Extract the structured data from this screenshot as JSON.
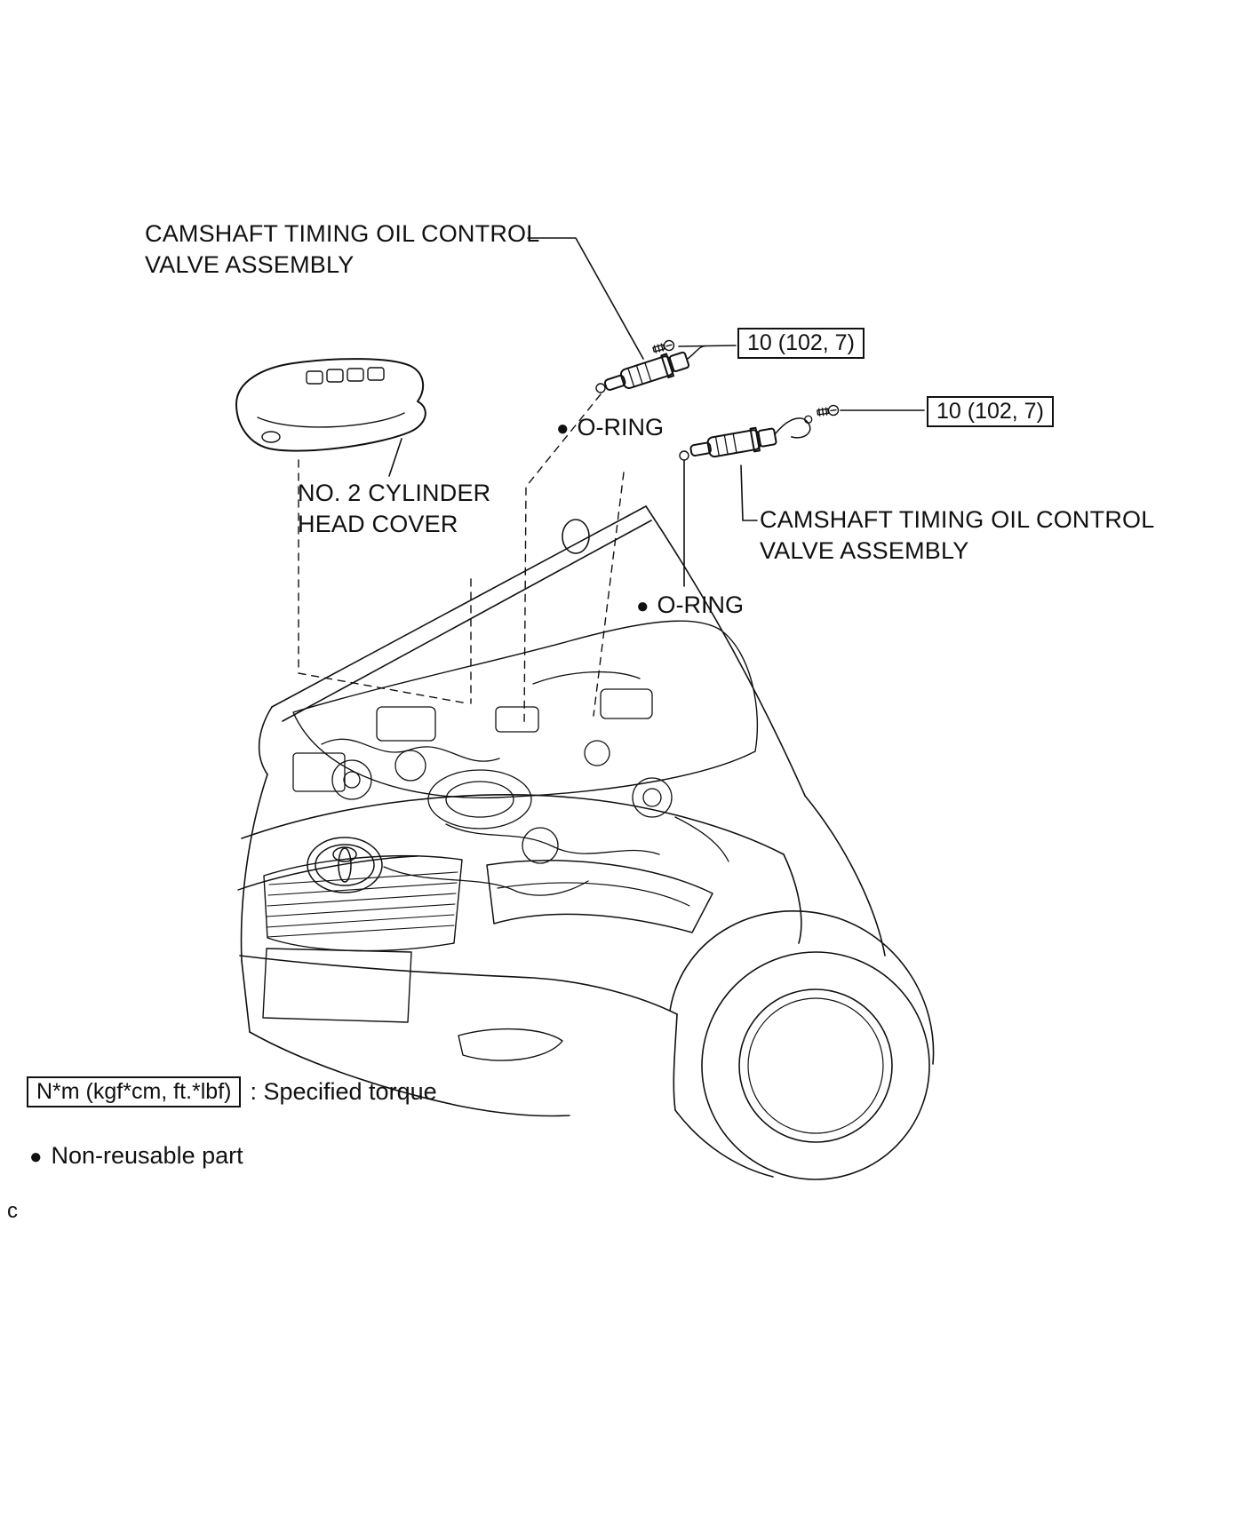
{
  "page": {
    "background": "#ffffff",
    "ink": "#111111",
    "corner_letter": "c"
  },
  "icons": {
    "non_reusable_bullet": "●"
  },
  "callouts": {
    "camshaft_valve_top": {
      "line1": "CAMSHAFT TIMING OIL CONTROL",
      "line2": "VALVE ASSEMBLY"
    },
    "camshaft_valve_right": {
      "line1": "CAMSHAFT TIMING OIL CONTROL",
      "line2": "VALVE ASSEMBLY"
    },
    "head_cover": {
      "line1": "NO. 2 CYLINDER",
      "line2": "HEAD COVER"
    },
    "o_ring_top": "O-RING",
    "o_ring_bottom": "O-RING",
    "torque_spec_top": "10 (102, 7)",
    "torque_spec_right": "10 (102, 7)"
  },
  "legend": {
    "torque_box_label": "N*m (kgf*cm, ft.*lbf)",
    "torque_description": ": Specified torque",
    "non_reusable_label": "Non-reusable part"
  }
}
